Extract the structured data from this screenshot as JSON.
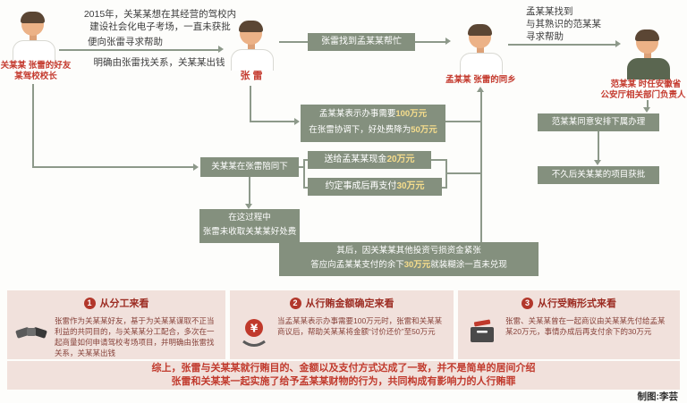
{
  "palette": {
    "flow_box_green": "#84907e",
    "connector_green": "#8d998a",
    "name_label_red": "#c43a2e",
    "highlight_yellow": "#f6dd8c",
    "panel_bg_pink": "#f1e1dc",
    "panel_title_red": "#9c2c22",
    "panel_text_maroon": "#87423a",
    "summary_red": "#c13a2d"
  },
  "top": {
    "intro1": "2015年，关某某想在其经营的驾校内",
    "intro2": "建设社会化电子考场，一直未获批",
    "seek": "便向张雷寻求帮助",
    "arrange": "明确由张雷找关系，关某某出钱",
    "meng_find1": "孟某某找到",
    "meng_find2": "与其熟识的范某某",
    "meng_find3": "寻求帮助"
  },
  "actors": {
    "guan1": "关某某 张雷的好友",
    "guan2": "某驾校校长",
    "zhang": "张 雷",
    "meng": "孟某某 张雷的同乡",
    "fan1": "范某某 时任安徽省",
    "fan2": "公安厅相关部门负责人"
  },
  "boxes": {
    "zhang_to_meng": "张雷找到孟某某帮忙",
    "demand_l1a": "孟某某表示办事需要",
    "demand_l1b": "100万元",
    "demand_l2a": "在张雷协调下，好处费降为",
    "demand_l2b": "50万元",
    "fan_agree": "范某某同意安排下属办理",
    "approved": "不久后关某某的项目获批",
    "accompany": "关某某在张雷陪同下",
    "cash20a": "送给孟某某现金",
    "cash20b": "20万元",
    "pay30a": "约定事成后再支付",
    "pay30b": "30万元",
    "no_fee1": "在这过程中",
    "no_fee2": "张雷未收取关某某好处费",
    "after1": "其后，因关某某其他投资亏损资金紧张",
    "after2a": "答应向孟某某支付的余下",
    "after2b": "30万元",
    "after2c": "就装糊涂一直未兑现"
  },
  "panels": [
    {
      "num": "1",
      "title": "从分工来看",
      "body": "张雷作为关某某好友，基于为关某某谋取不正当利益的共同目的，与关某某分工配合，多次在一起商量如何申请驾校考场项目，并明确由张雷找关系，关某某出钱"
    },
    {
      "num": "2",
      "title": "从行贿金额确定来看",
      "body": "当孟某某表示办事需要100万元时，张雷和关某某商议后，帮助关某某将金额“讨价还价”至50万元"
    },
    {
      "num": "3",
      "title": "从行受贿形式来看",
      "body": "张雷、关某某曾在一起商议由关某某先付给孟某某20万元，事情办成后再支付余下的30万元"
    }
  ],
  "summary": {
    "l1": "综上，张雷与关某某就行贿目的、金额以及支付方式达成了一致，并不是简单的居间介绍",
    "l2": "张雷和关某某一起实施了给予孟某某财物的行为，共同构成有影响力的人行贿罪"
  },
  "credit": "制图:李芸"
}
